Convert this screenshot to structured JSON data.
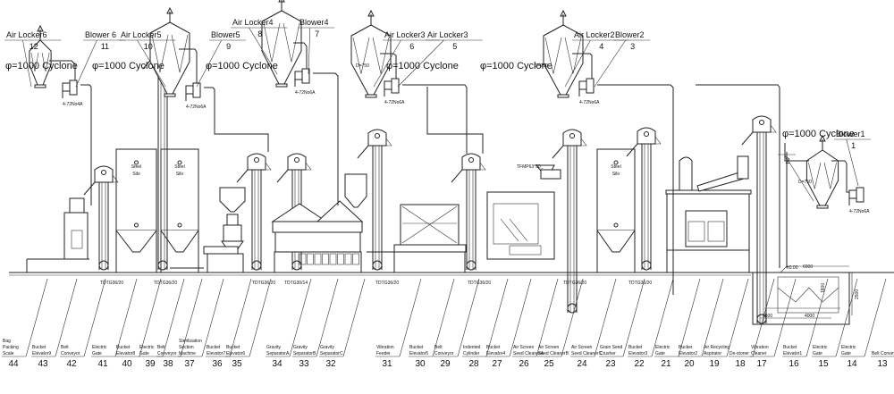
{
  "top_labels": [
    {
      "name": "Air Locker6",
      "num": "12"
    },
    {
      "name": "Blower 6",
      "num": "11"
    },
    {
      "name": "Air Locker5",
      "num": "10"
    },
    {
      "name": "Blower5",
      "num": "9"
    },
    {
      "name": "Air Locker4",
      "num": "8"
    },
    {
      "name": "Blower4",
      "num": "7"
    },
    {
      "name": "Air Locker3",
      "num": "6"
    },
    {
      "name": "Air Locker3",
      "num": "5"
    },
    {
      "name": "Air Locker2",
      "num": "4"
    },
    {
      "name": "Blower2",
      "num": "3"
    },
    {
      "name": "",
      "num": "2"
    },
    {
      "name": "Blower1",
      "num": "1"
    }
  ],
  "cyclone_label": "φ=1000 Cyclone",
  "blower_models": [
    "4-72No4A",
    "4-72No6A",
    "4-72No6A",
    "4-72No6A",
    "4-72No6A",
    "4-72No6A"
  ],
  "diameter_note": "D=750",
  "silo_label": [
    "Steel",
    "Silo"
  ],
  "elevator_codes": [
    "TDTG36/20",
    "TDTG36/20",
    "TDTG36/20",
    "TDTG30/14",
    "TDTG36/20",
    "TDTG36/20",
    "TDTG36/20",
    "TDTG36/20"
  ],
  "crusher_code": "TFMP63*50_",
  "dimensions": {
    "elevation": "±0.00",
    "pit_width": "6000",
    "pit_depth": "1800",
    "pit_total": "2500",
    "left_span": "2500",
    "right_span": "4000"
  },
  "bottom_labels": [
    {
      "lines": [
        "Bag",
        "Packing",
        "Scale"
      ],
      "num": "44"
    },
    {
      "lines": [
        "Bucket",
        "Elevator9"
      ],
      "num": "43"
    },
    {
      "lines": [
        "Belt",
        "Conveyor"
      ],
      "num": "42"
    },
    {
      "lines": [
        "Electric",
        "Gate"
      ],
      "num": "41"
    },
    {
      "lines": [
        "Bucket",
        "Elevator8"
      ],
      "num": "40"
    },
    {
      "lines": [
        "Electric",
        "Gate"
      ],
      "num": "39"
    },
    {
      "lines": [
        "Belt",
        "Conveyor"
      ],
      "num": "38"
    },
    {
      "lines": [
        "Sterilization",
        "Section",
        "Machine"
      ],
      "num": "37"
    },
    {
      "lines": [
        "Bucket",
        "Elevator7"
      ],
      "num": "36"
    },
    {
      "lines": [
        "Bucket",
        "Elevator6"
      ],
      "num": "35"
    },
    {
      "lines": [
        "Gravity",
        "SeparatorA"
      ],
      "num": "34"
    },
    {
      "lines": [
        "Gravity",
        "SeparatorB"
      ],
      "num": "33"
    },
    {
      "lines": [
        "Gravity",
        "SeparatorC"
      ],
      "num": "32"
    },
    {
      "lines": [
        "Vibration",
        "Feeder"
      ],
      "num": "31"
    },
    {
      "lines": [
        "Bucket",
        "Elevator5"
      ],
      "num": "30"
    },
    {
      "lines": [
        "Belt",
        "Conveyor"
      ],
      "num": "29"
    },
    {
      "lines": [
        "Indented",
        "Cylinder"
      ],
      "num": "28"
    },
    {
      "lines": [
        "Bucket",
        "Elevator4"
      ],
      "num": "27"
    },
    {
      "lines": [
        "Air Screen",
        "Seed CleanerA"
      ],
      "num": "26"
    },
    {
      "lines": [
        "Air Screen",
        "Seed CleanerB"
      ],
      "num": "25"
    },
    {
      "lines": [
        "Air Screen",
        "Seed CleanerC"
      ],
      "num": "24"
    },
    {
      "lines": [
        "Grain Seed",
        "Crusher"
      ],
      "num": "23"
    },
    {
      "lines": [
        "Bucket",
        "Elevator3"
      ],
      "num": "22"
    },
    {
      "lines": [
        "Electric",
        "Gate"
      ],
      "num": "21"
    },
    {
      "lines": [
        "Bucker",
        "Elevator2"
      ],
      "num": "20"
    },
    {
      "lines": [
        "Air Recycling",
        "Aspirator"
      ],
      "num": "19"
    },
    {
      "lines": [
        "De-stoner"
      ],
      "num": "18"
    },
    {
      "lines": [
        "Vibration",
        "Cleaner"
      ],
      "num": "17"
    },
    {
      "lines": [
        "Bucket",
        "Elevator1"
      ],
      "num": "16"
    },
    {
      "lines": [
        "Electric",
        "Gate"
      ],
      "num": "15"
    },
    {
      "lines": [
        "Electric",
        "Gate"
      ],
      "num": "14"
    },
    {
      "lines": [
        "Belt Conveyor"
      ],
      "num": "13"
    }
  ]
}
